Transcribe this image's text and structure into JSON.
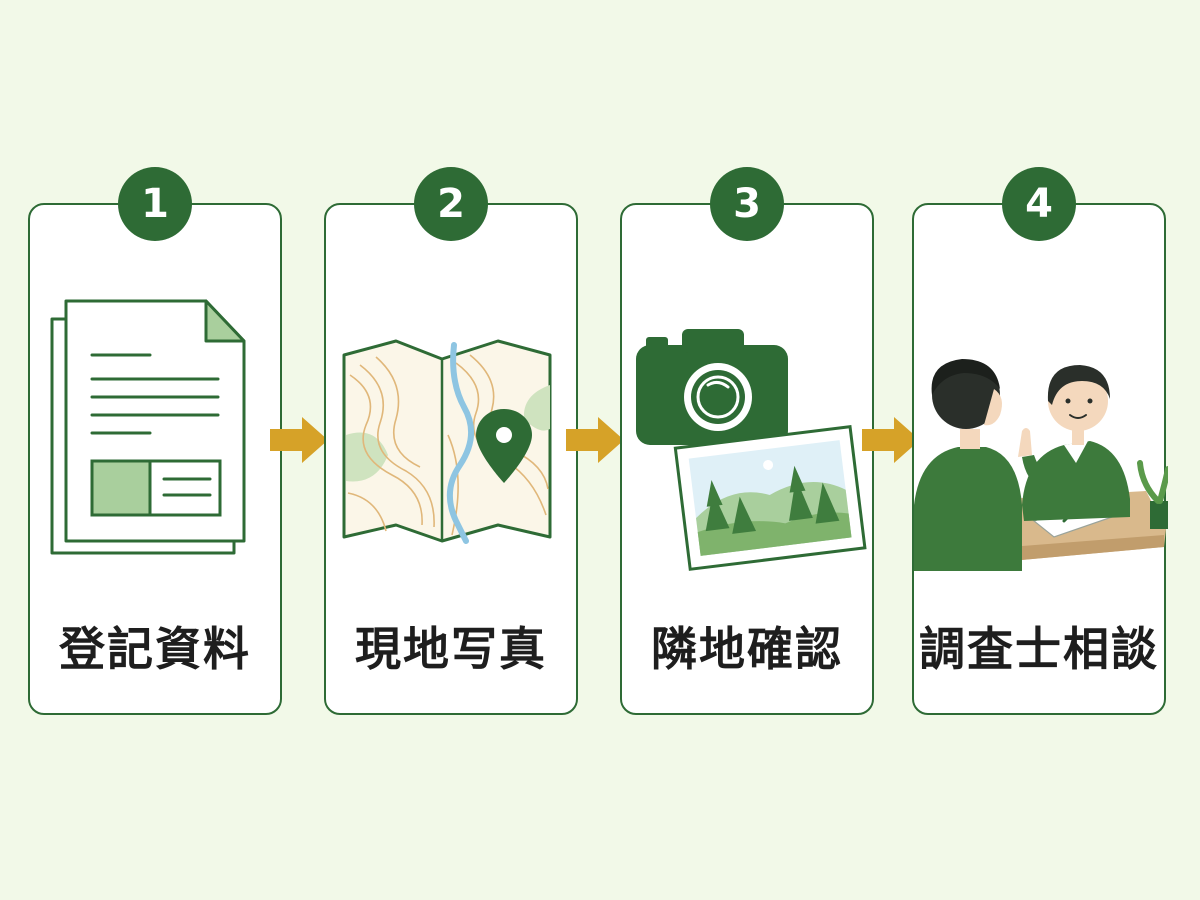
{
  "steps": [
    {
      "number": "1",
      "label": "登記資料",
      "icon": "registry-document-icon"
    },
    {
      "number": "2",
      "label": "現地写真",
      "icon": "topographic-map-icon"
    },
    {
      "number": "3",
      "label": "隣地確認",
      "icon": "camera-photo-icon"
    },
    {
      "number": "4",
      "label": "調査士相談",
      "icon": "consultation-icon"
    }
  ],
  "arrows": [
    "arrow-right-icon",
    "arrow-right-icon",
    "arrow-right-icon"
  ],
  "colors": {
    "background": "#f2f9e8",
    "primary_green": "#2e6b35",
    "light_green": "#a9cf9d",
    "arrow_gold": "#d6a228",
    "text": "#1e1e1e"
  }
}
